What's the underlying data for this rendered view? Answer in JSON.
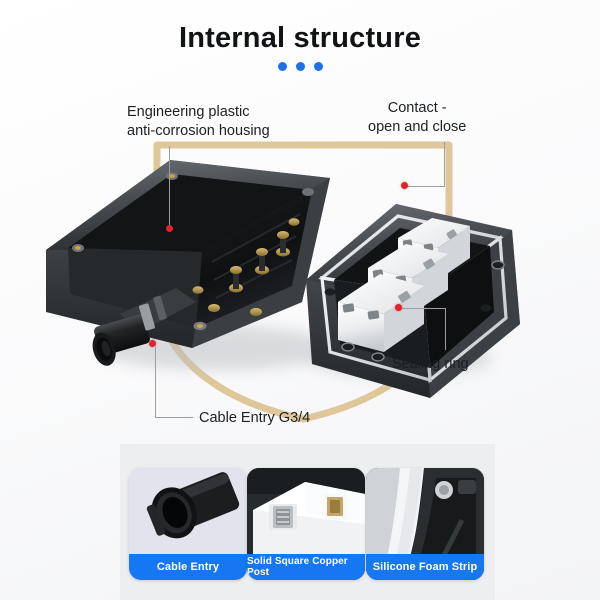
{
  "header": {
    "title": "Internal structure",
    "dot_count": 3,
    "dot_color": "#1f6fe5"
  },
  "theme": {
    "background": "#ffffff",
    "panel_background": "#eceef0",
    "accent_blue": "#1677f2",
    "marker_red": "#e8202a",
    "shield_gold": "#e0c79a",
    "leader_line": "#9b9ea3",
    "text_dark": "#1c1f22"
  },
  "callouts": [
    {
      "id": "housing",
      "label": "Engineering plastic\nanti-corrosion housing",
      "align": "left"
    },
    {
      "id": "contact",
      "label": "Contact -\nopen and close",
      "align": "center"
    },
    {
      "id": "sealing",
      "label": "Sealing ring",
      "align": "left"
    },
    {
      "id": "cable",
      "label": "Cable Entry G3/4",
      "align": "left"
    }
  ],
  "product": {
    "left_part_name": "enclosure-base-open",
    "right_part_name": "enclosure-lid-with-terminals",
    "terminal_block_count": 3,
    "cable_gland_count": 1
  },
  "thumbnails": [
    {
      "caption": "Cable Entry",
      "art": "cable-gland-closeup"
    },
    {
      "caption": "Solid Square Copper Post",
      "art": "copper-post-closeup"
    },
    {
      "caption": "Silicone Foam Strip",
      "art": "foam-strip-closeup"
    }
  ]
}
